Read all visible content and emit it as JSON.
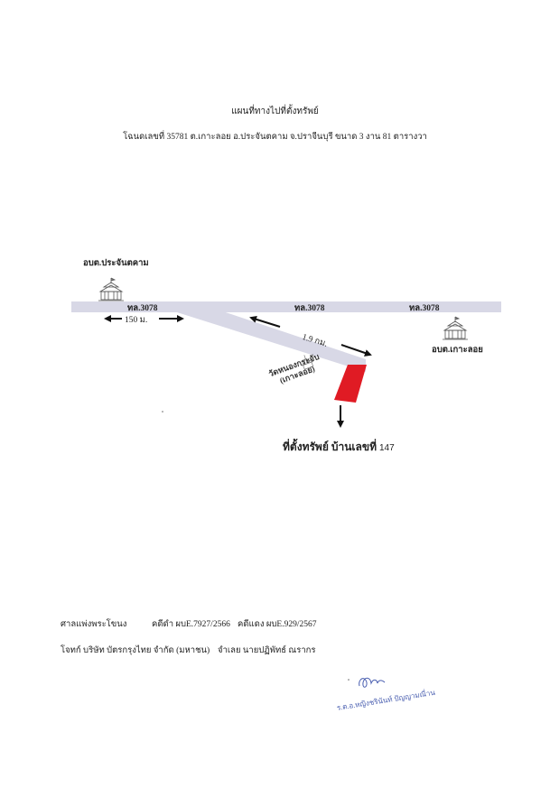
{
  "header": {
    "title": "แผนที่ทางไปที่ตั้งทรัพย์",
    "subtitle": "โฉนดเลขที่ 35781 ต.เกาะลอย อ.ประจันตคาม จ.ปราจีนบุรี ขนาด 3 งาน 81 ตารางวา"
  },
  "map": {
    "office_left": "อบต.ประจันตคาม",
    "office_right": "อบต.เกาะลอย",
    "road_labels": [
      "ทล.3078",
      "ทล.3078",
      "ทล.3078"
    ],
    "distance_main": "150 ม.",
    "distance_branch": "1.9 กม.",
    "temple_line1": "วัดหนองกระจับ",
    "temple_line2": "(เกาะลอย)",
    "property_label": "ที่ตั้งทรัพย์ บ้านเลขที่",
    "property_number": "147",
    "colors": {
      "road": "#d8d8e6",
      "property": "#e01b24",
      "arrow": "#111111",
      "signature": "#4a5fb0"
    }
  },
  "footer": {
    "court": "ศาลแพ่งพระโขนง",
    "black_case": "คดีดำ ผบE.7927/2566",
    "red_case": "คดีแดง ผบE.929/2567",
    "plaintiff": "โจทก์ บริษัท บัตรกรุงไทย จำกัด (มหาชน)",
    "defendant": "จำเลย นายปฏิพัทธ์ ณรากร"
  },
  "signature": {
    "name": "ร.ต.อ.หญิงชรินันท์ ปัญญามณี่าน"
  }
}
